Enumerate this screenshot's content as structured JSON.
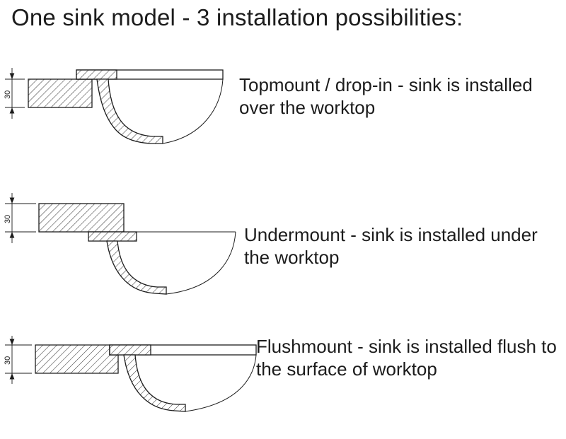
{
  "title": "One sink model - 3 installation possibilities:",
  "rows": [
    {
      "id": "topmount",
      "dimension_label": "30",
      "description": "Topmount / drop-in - sink is installed over the worktop"
    },
    {
      "id": "undermount",
      "dimension_label": "30",
      "description": "Undermount - sink is installed under the worktop"
    },
    {
      "id": "flushmount",
      "dimension_label": "30",
      "description": "Flushmount - sink is installed flush to the surface of worktop"
    }
  ],
  "colors": {
    "ink": "#1c1c1c",
    "hatch_line": "#3c3c3c",
    "background": "#ffffff"
  }
}
